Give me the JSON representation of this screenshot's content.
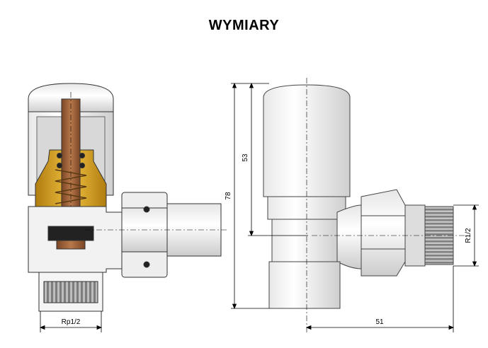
{
  "title": "WYMIARY",
  "dimensions": {
    "thread_inlet": "Rp1/2",
    "thread_outlet": "R1/2",
    "height_total": "78",
    "height_head": "53",
    "width_offset": "51"
  },
  "colors": {
    "body_fill": "#f2f2f2",
    "outline": "#333333",
    "spindle_copper": "#a0633a",
    "brass": "#d9a520",
    "seal_dark": "#222222",
    "thread_grey": "#9a9a9a"
  }
}
